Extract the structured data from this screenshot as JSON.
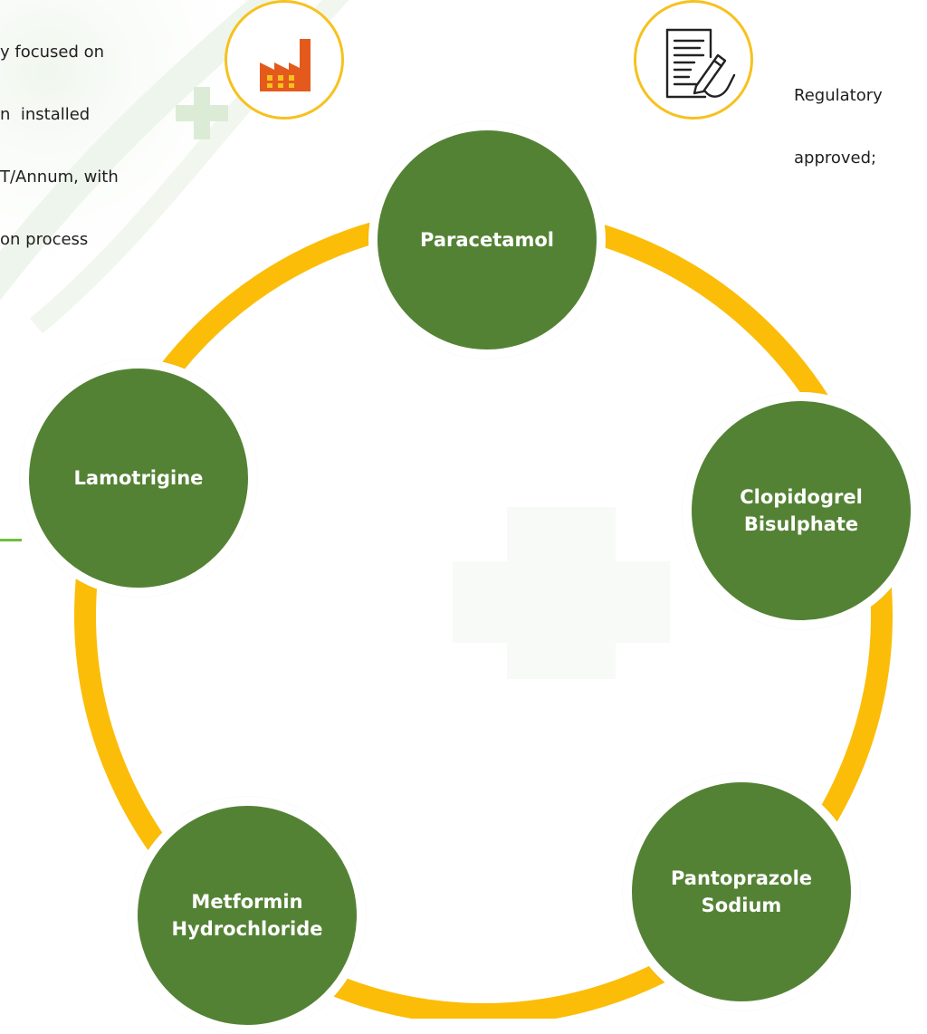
{
  "left_blurb": {
    "lines": [
      "y focused on",
      "n  installed",
      "T/Annum, with",
      "on process"
    ]
  },
  "right_blurb": {
    "lines": [
      "Regulatory",
      "approved;"
    ]
  },
  "icons": {
    "factory": "factory-icon",
    "document": "document-signing-icon"
  },
  "colors": {
    "node_fill": "#548235",
    "ring": "#fbbd08",
    "badge_border": "#f7c11e",
    "factory": "#e45a1c"
  },
  "nodes": [
    {
      "id": "paracetamol",
      "label": "Paracetamol"
    },
    {
      "id": "clopidogrel",
      "label": "Clopidogrel\nBisulphate"
    },
    {
      "id": "pantoprazole",
      "label": "Pantoprazole\nSodium"
    },
    {
      "id": "metformin",
      "label": "Metformin\nHydrochloride"
    },
    {
      "id": "lamotrigine",
      "label": "Lamotrigine"
    }
  ]
}
